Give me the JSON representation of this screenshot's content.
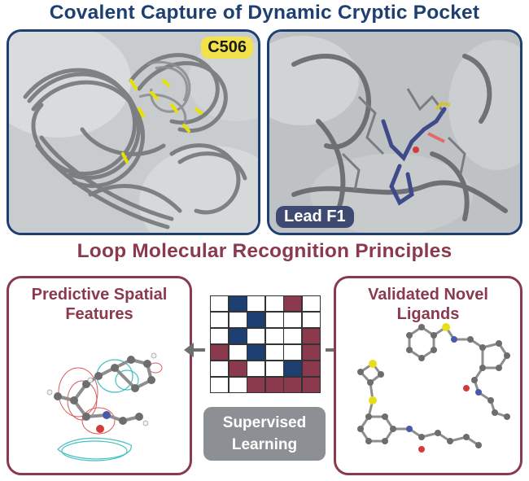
{
  "top_title": "Covalent Capture of Dynamic Cryptic Pocket",
  "panel_left_label": "C506",
  "panel_right_label": "Lead F1",
  "mid_title": "Loop Molecular Recognition Principles",
  "panel_left_bottom": {
    "title_line1": "Predictive Spatial",
    "title_line2": "Features"
  },
  "panel_right_bottom": {
    "title_line1": "Validated Novel",
    "title_line2": "Ligands"
  },
  "badge_line1": "Supervised",
  "badge_line2": "Learning",
  "colors": {
    "navy": "#1d3f72",
    "maroon": "#8a3a4c",
    "gray_badge": "#8c8f93",
    "yellow_label": "#f2e34a"
  },
  "matrix": [
    [
      "w",
      "b",
      "w",
      "w",
      "m",
      "w"
    ],
    [
      "w",
      "w",
      "b",
      "w",
      "w",
      "w"
    ],
    [
      "w",
      "b",
      "w",
      "w",
      "w",
      "m"
    ],
    [
      "m",
      "w",
      "b",
      "w",
      "w",
      "m"
    ],
    [
      "w",
      "m",
      "w",
      "w",
      "b",
      "m"
    ],
    [
      "w",
      "w",
      "m",
      "m",
      "m",
      "m"
    ]
  ]
}
